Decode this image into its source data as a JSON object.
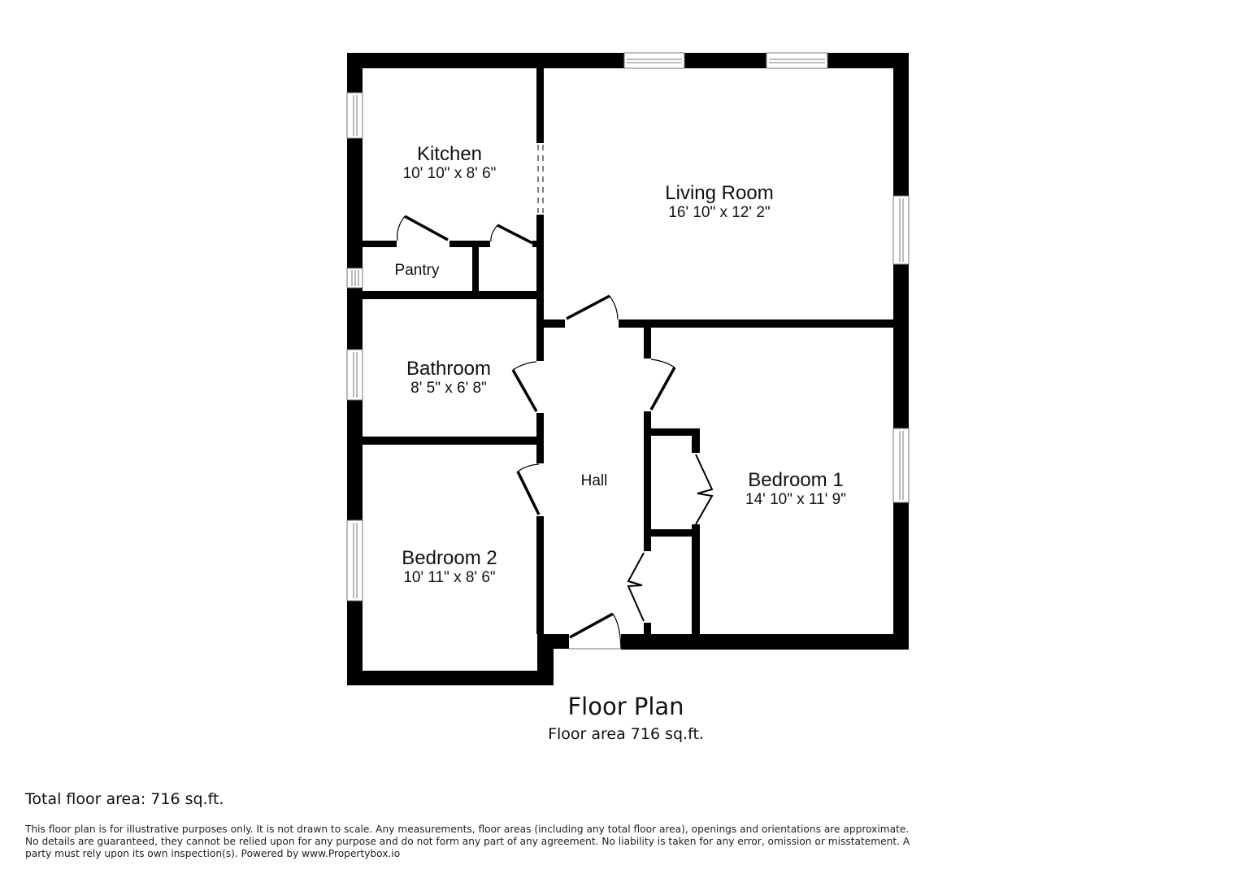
{
  "plan": {
    "title": "Floor Plan",
    "floor_area": "Floor area 716 sq.ft."
  },
  "rooms": {
    "kitchen": {
      "name": "Kitchen",
      "dims": "10' 10\" x 8' 6\""
    },
    "living_room": {
      "name": "Living Room",
      "dims": "16' 10\" x 12' 2\""
    },
    "pantry": {
      "name": "Pantry"
    },
    "bathroom": {
      "name": "Bathroom",
      "dims": "8' 5\" x 6' 8\""
    },
    "hall": {
      "name": "Hall"
    },
    "bedroom1": {
      "name": "Bedroom 1",
      "dims": "14' 10\" x 11' 9\""
    },
    "bedroom2": {
      "name": "Bedroom 2",
      "dims": "10' 11\" x 8' 6\""
    }
  },
  "footer": {
    "total_area": "Total floor area: 716 sq.ft.",
    "disclaimer": "This floor plan is for illustrative purposes only. It is not drawn to scale. Any measurements, floor areas (including any total floor area), openings and orientations are approximate. No details are guaranteed, they cannot be relied upon for any purpose and do not form any part of any agreement. No liability is taken for any error, omission or misstatement. A party must rely upon its own inspection(s). Powered by www.Propertybox.io"
  },
  "colors": {
    "wall": "#000000",
    "background": "#ffffff",
    "window_frame": "#888888"
  }
}
